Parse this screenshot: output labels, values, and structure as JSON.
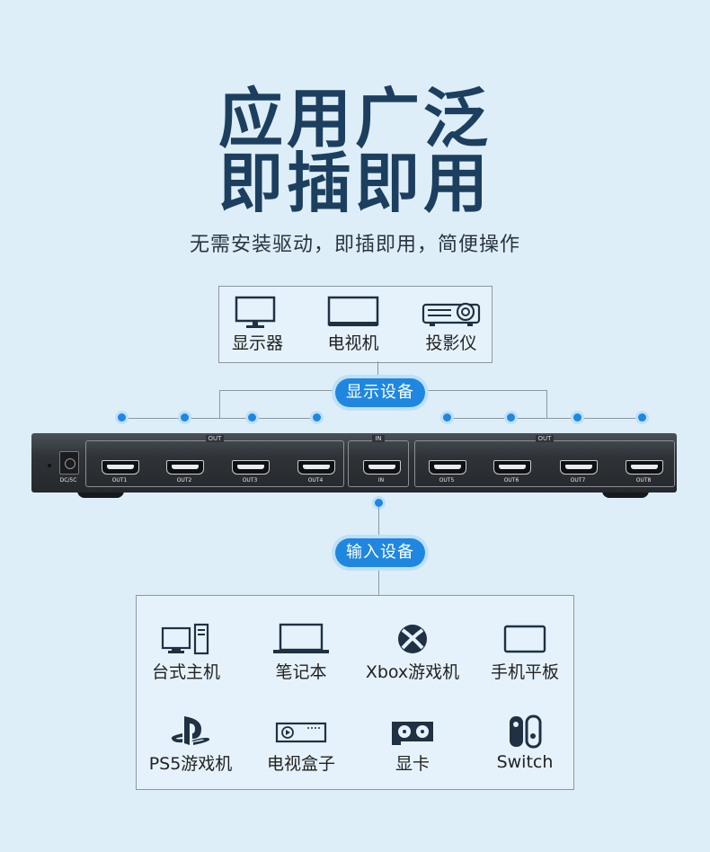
{
  "title": {
    "line1": "应用广泛",
    "line2": "即插即用"
  },
  "subtitle": "无需安装驱动，即插即用，简便操作",
  "display_devices": [
    {
      "label": "显示器",
      "icon": "monitor-icon"
    },
    {
      "label": "电视机",
      "icon": "tv-icon"
    },
    {
      "label": "投影仪",
      "icon": "projector-icon"
    }
  ],
  "display_tag": "显示设备",
  "input_tag": "输入设备",
  "device": {
    "out_group_label": "OUT",
    "in_group_label": "IN",
    "power_label": "DC/5C",
    "ports": [
      "OUT1",
      "OUT2",
      "OUT3",
      "OUT4",
      "IN",
      "OUT5",
      "OUT6",
      "OUT7",
      "OUT8"
    ]
  },
  "input_devices": [
    {
      "label": "台式主机",
      "icon": "desktop-pc-icon"
    },
    {
      "label": "笔记本",
      "icon": "laptop-icon"
    },
    {
      "label": "Xbox游戏机",
      "icon": "xbox-icon"
    },
    {
      "label": "手机平板",
      "icon": "tablet-icon"
    },
    {
      "label": "PS5游戏机",
      "icon": "playstation-icon"
    },
    {
      "label": "电视盒子",
      "icon": "tv-box-icon"
    },
    {
      "label": "显卡",
      "icon": "graphics-card-icon"
    },
    {
      "label": "Switch",
      "icon": "switch-console-icon"
    }
  ],
  "colors": {
    "background": "#ddeef8",
    "title": "#1d3f5f",
    "accent": "#1f87e0",
    "line": "#8e979f"
  }
}
